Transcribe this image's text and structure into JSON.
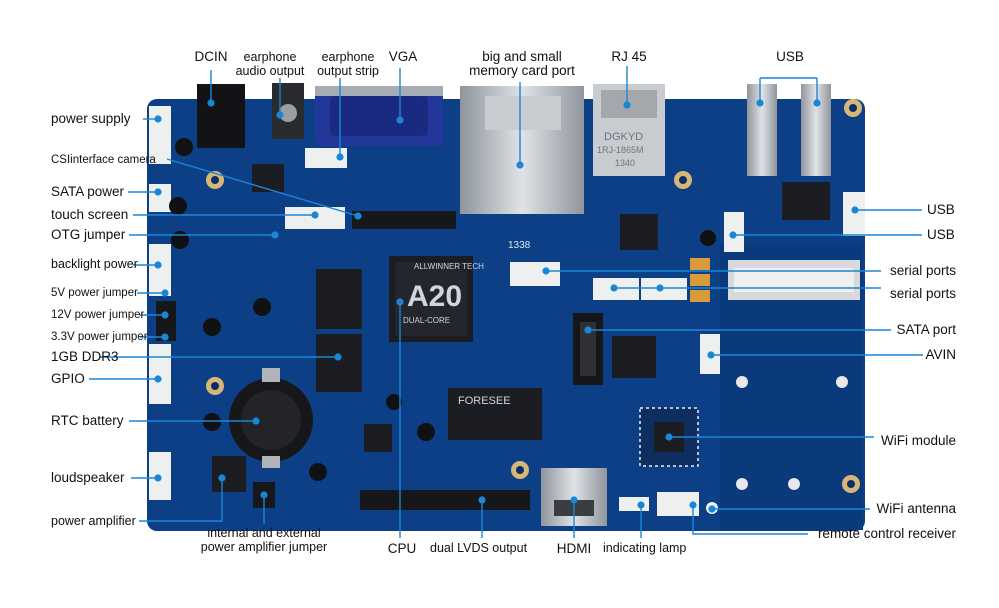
{
  "colors": {
    "pcb": "#0d3f86",
    "pcb_dark": "#0a2f66",
    "callout": "#1a86d6",
    "chip": "#1b1d22",
    "metal": "#b9bec4",
    "connector_white": "#eef0ef"
  },
  "labels": {
    "dcin": "DCIN",
    "earphone_audio": "earphone\naudio output",
    "earphone_strip": "earphone\noutput strip",
    "vga": "VGA",
    "memory_card": "big and small\nmemory card port",
    "rj45": "RJ 45",
    "usb_top": "USB",
    "power_supply": "power supply",
    "csi_camera": "CSIinterface camera",
    "sata_power": "SATA power",
    "touch_screen": "touch screen",
    "otg_jumper": "OTG jumper",
    "backlight_power": "backlight power",
    "jumper_5v": "5V power jumper",
    "jumper_12v": "12V power jumper",
    "jumper_3v3": "3.3V power jumper",
    "ddr3": "1GB DDR3",
    "gpio": "GPIO",
    "rtc_battery": "RTC battery",
    "loudspeaker": "loudspeaker",
    "power_amplifier": "power amplifier",
    "amp_jumper": "internal and external\npower amplifier jumper",
    "cpu": "CPU",
    "dual_lvds": "dual LVDS output",
    "hdmi": "HDMI",
    "indicating_lamp": "indicating lamp",
    "usb_right_1": "USB",
    "usb_right_2": "USB",
    "serial_ports_1": "serial ports",
    "serial_ports_2": "serial ports",
    "sata_port": "SATA port",
    "avin": "AVIN",
    "wifi_module": "WiFi module",
    "wifi_antenna": "WiFi antenna",
    "remote_receiver": "remote control receiver"
  },
  "chip_text": {
    "cpu_brand": "ALLWINNER TECH",
    "cpu_model": "A20",
    "cpu_sub": "DUAL-CORE",
    "flash_brand": "FORESEE",
    "rj45_brand": "DGKYD",
    "rj45_model": "1RJ-1865M",
    "rj45_num": "1340",
    "board_code": "1338"
  }
}
